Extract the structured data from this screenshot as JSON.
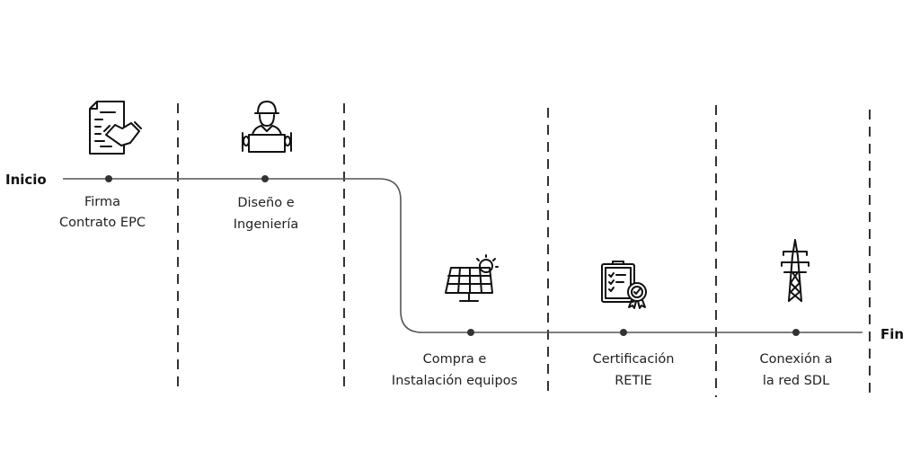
{
  "start_label": "Inicio",
  "end_label": "Fin",
  "line_color": "#555555",
  "steps": [
    {
      "line1": "Firma",
      "line2": "Contrato EPC",
      "icon": "contract-handshake-icon"
    },
    {
      "line1": "Diseño e",
      "line2": "Ingeniería",
      "icon": "engineer-blueprint-icon"
    },
    {
      "line1": "Compra e",
      "line2": "Instalación equipos",
      "icon": "solar-panel-icon"
    },
    {
      "line1": "Certificación",
      "line2": "RETIE",
      "icon": "certificate-clipboard-icon"
    },
    {
      "line1": "Conexión a",
      "line2": "la red SDL",
      "icon": "power-tower-icon"
    }
  ]
}
